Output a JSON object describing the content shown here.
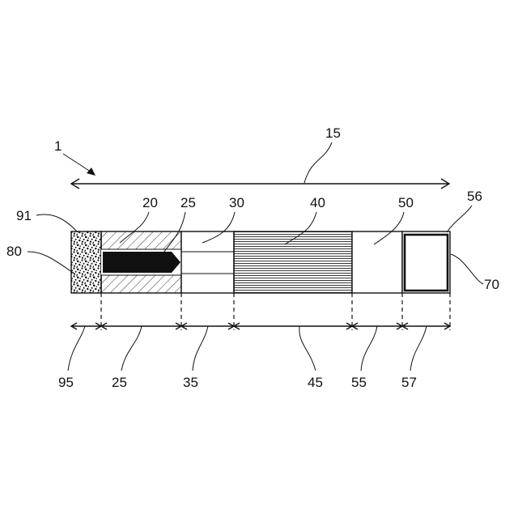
{
  "figure": {
    "reference_numerals": {
      "device": "1",
      "overall_length": "15",
      "plug_top": "91",
      "plug": "80",
      "segment_20": "20",
      "segment_25_top": "25",
      "segment_30": "30",
      "segment_40": "40",
      "segment_50": "50",
      "segment_56": "56",
      "segment_70": "70"
    },
    "length_numerals": [
      "95",
      "25",
      "35",
      "45",
      "55",
      "57"
    ]
  }
}
